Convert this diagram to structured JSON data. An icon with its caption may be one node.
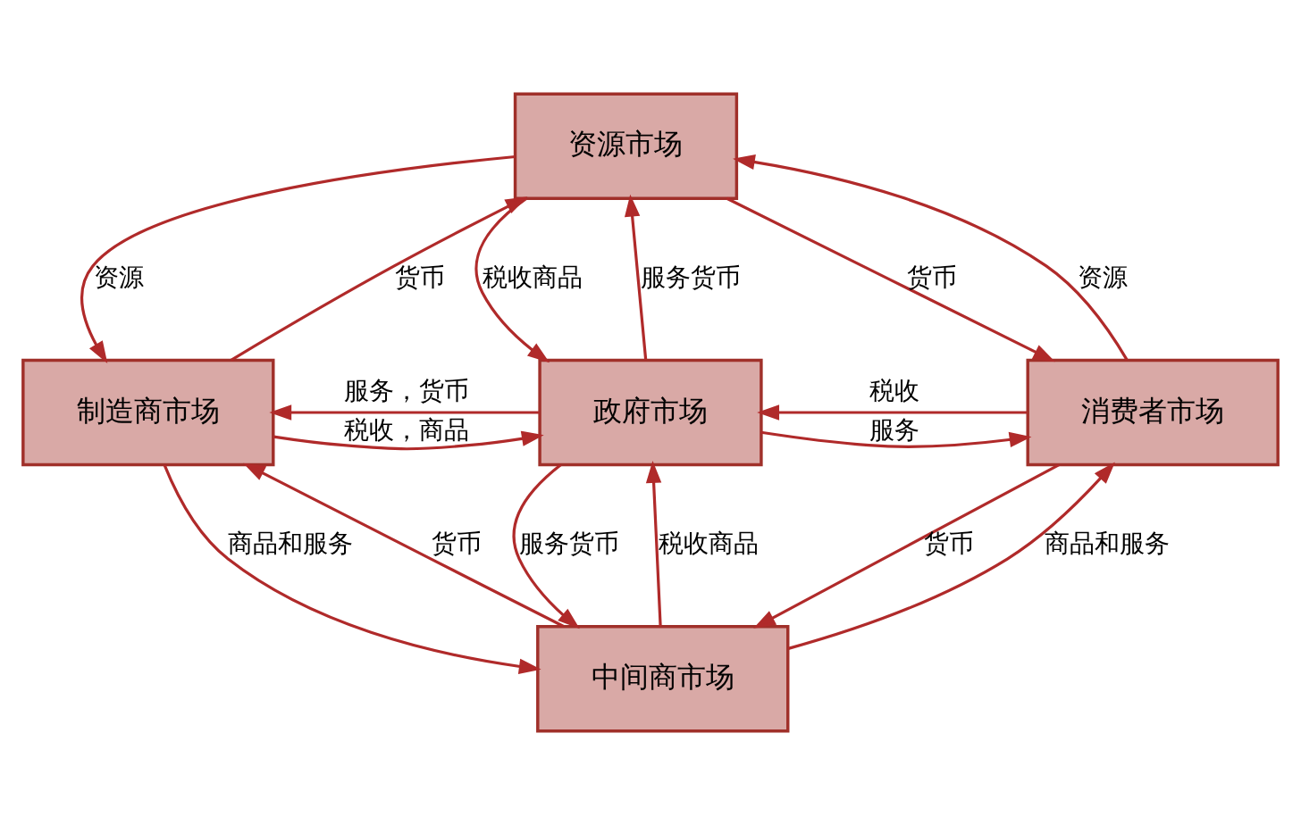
{
  "diagram": {
    "nodes": [
      {
        "text": [
          "资源市场"
        ]
      },
      {
        "text": [
          "制造商市场"
        ]
      },
      {
        "text": [
          "政府市场"
        ]
      },
      {
        "text": [
          "消费者市场"
        ]
      },
      {
        "text": [
          "中间商市场"
        ]
      }
    ],
    "edges": [
      {
        "from": 0,
        "to": 1,
        "arrow": "to",
        "label": "资源"
      },
      {
        "from": 1,
        "to": 0,
        "arrow": "to",
        "label": "货币"
      },
      {
        "from": 3,
        "to": 0,
        "arrow": "to",
        "label": "资源"
      },
      {
        "from": 0,
        "to": 3,
        "arrow": "to",
        "label": "货币"
      },
      {
        "from": 0,
        "to": 2,
        "arrow": "to",
        "label": "税收商品"
      },
      {
        "from": 2,
        "to": 0,
        "arrow": "to",
        "label": "服务货币"
      },
      {
        "from": 2,
        "to": 1,
        "arrow": "to",
        "label": "服务，货币"
      },
      {
        "from": 1,
        "to": 2,
        "arrow": "to",
        "label": "税收，商品"
      },
      {
        "from": 3,
        "to": 2,
        "arrow": "to",
        "label": "税收"
      },
      {
        "from": 2,
        "to": 3,
        "arrow": "to",
        "label": "服务"
      },
      {
        "from": 2,
        "to": 4,
        "arrow": "to",
        "label": "服务货币"
      },
      {
        "from": 4,
        "to": 2,
        "arrow": "to",
        "label": "税收商品"
      },
      {
        "from": 4,
        "to": 1,
        "arrow": "to",
        "label": "货币"
      },
      {
        "from": 1,
        "to": 4,
        "arrow": "to",
        "label": "商品和服务"
      },
      {
        "from": 3,
        "to": 4,
        "arrow": "to",
        "label": "货币"
      },
      {
        "from": 4,
        "to": 3,
        "arrow": "to",
        "label": "商品和服务"
      }
    ]
  }
}
